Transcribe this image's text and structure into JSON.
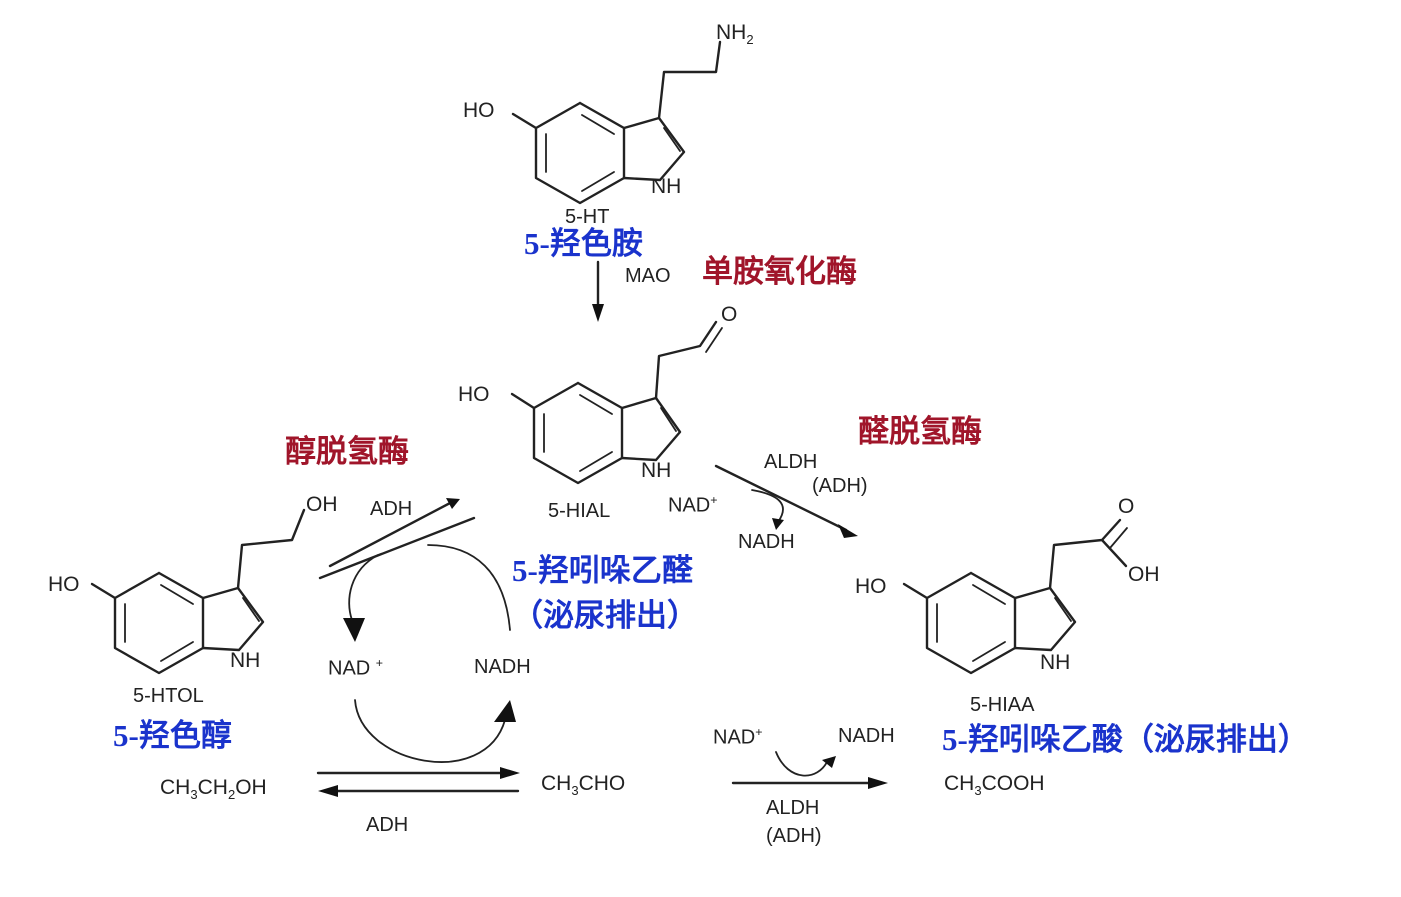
{
  "compounds": {
    "serotonin": {
      "code": "5-HT",
      "cn": "5-羟色胺",
      "substituent": "NH",
      "sub_suffix": "2",
      "ho": "HO",
      "nh": "NH"
    },
    "hial": {
      "code": "5-HIAL",
      "cn": "5-羟吲哚乙醛",
      "cn_note": "（泌尿排出）",
      "ho": "HO",
      "nh": "NH",
      "o": "O"
    },
    "htol": {
      "code": "5-HTOL",
      "cn": "5-羟色醇",
      "ho": "HO",
      "nh": "NH",
      "oh": "OH"
    },
    "hiaa": {
      "code": "5-HIAA",
      "cn": "5-羟吲哚乙酸（泌尿排出）",
      "ho": "HO",
      "nh": "NH",
      "o": "O",
      "oh": "OH"
    }
  },
  "enzymes": {
    "mao": {
      "abbr": "MAO",
      "cn": "单胺氧化酶"
    },
    "adh_top": {
      "abbr": "ADH",
      "cn": "醇脱氢酶"
    },
    "aldh_top": {
      "abbr": "ALDH",
      "alt": "(ADH)",
      "cn": "醛脱氢酶"
    },
    "adh_bottom": {
      "abbr": "ADH"
    },
    "aldh_bottom": {
      "abbr": "ALDH",
      "alt": "(ADH)"
    }
  },
  "cofactors": {
    "nad": "NAD",
    "plus": "+",
    "nadh": "NADH"
  },
  "ethanol_row": {
    "ethanol": {
      "p1": "CH",
      "s1": "3",
      "p2": "CH",
      "s2": "2",
      "p3": "OH"
    },
    "acetaldehyde": {
      "p1": "CH",
      "s1": "3",
      "p2": "CHO"
    },
    "acetic_acid": {
      "p1": "CH",
      "s1": "3",
      "p2": "COOH"
    }
  }
}
